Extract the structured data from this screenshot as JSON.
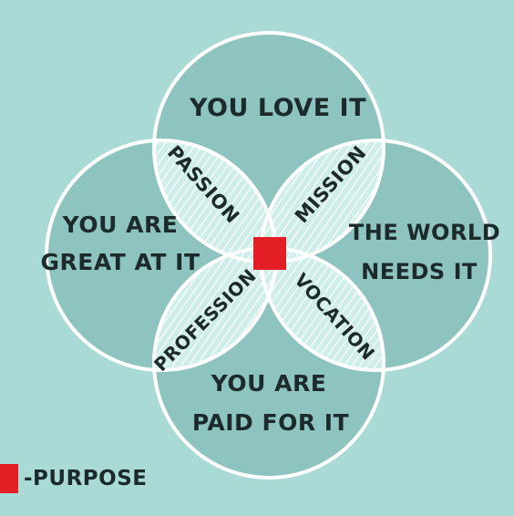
{
  "circles": {
    "top": [
      "YOU LOVE IT"
    ],
    "left": [
      "YOU ARE",
      "GREAT AT IT"
    ],
    "right": [
      "THE WORLD",
      "NEEDS IT"
    ],
    "bottom": [
      "YOU ARE",
      "PAID FOR IT"
    ]
  },
  "overlaps": {
    "top_left": "PASSION",
    "top_right": "MISSION",
    "bottom_left": "PROFESSION",
    "bottom_right": "VOCATION"
  },
  "legend": {
    "label": "-PURPOSE"
  },
  "colors": {
    "background": "#a9dad6",
    "circle_fill": "#8ec4c0",
    "circle_stroke": "#ffffff",
    "overlap_fill": "#cfeeea",
    "purpose_marker": "#e31e24",
    "text": "#1d2a2c"
  }
}
